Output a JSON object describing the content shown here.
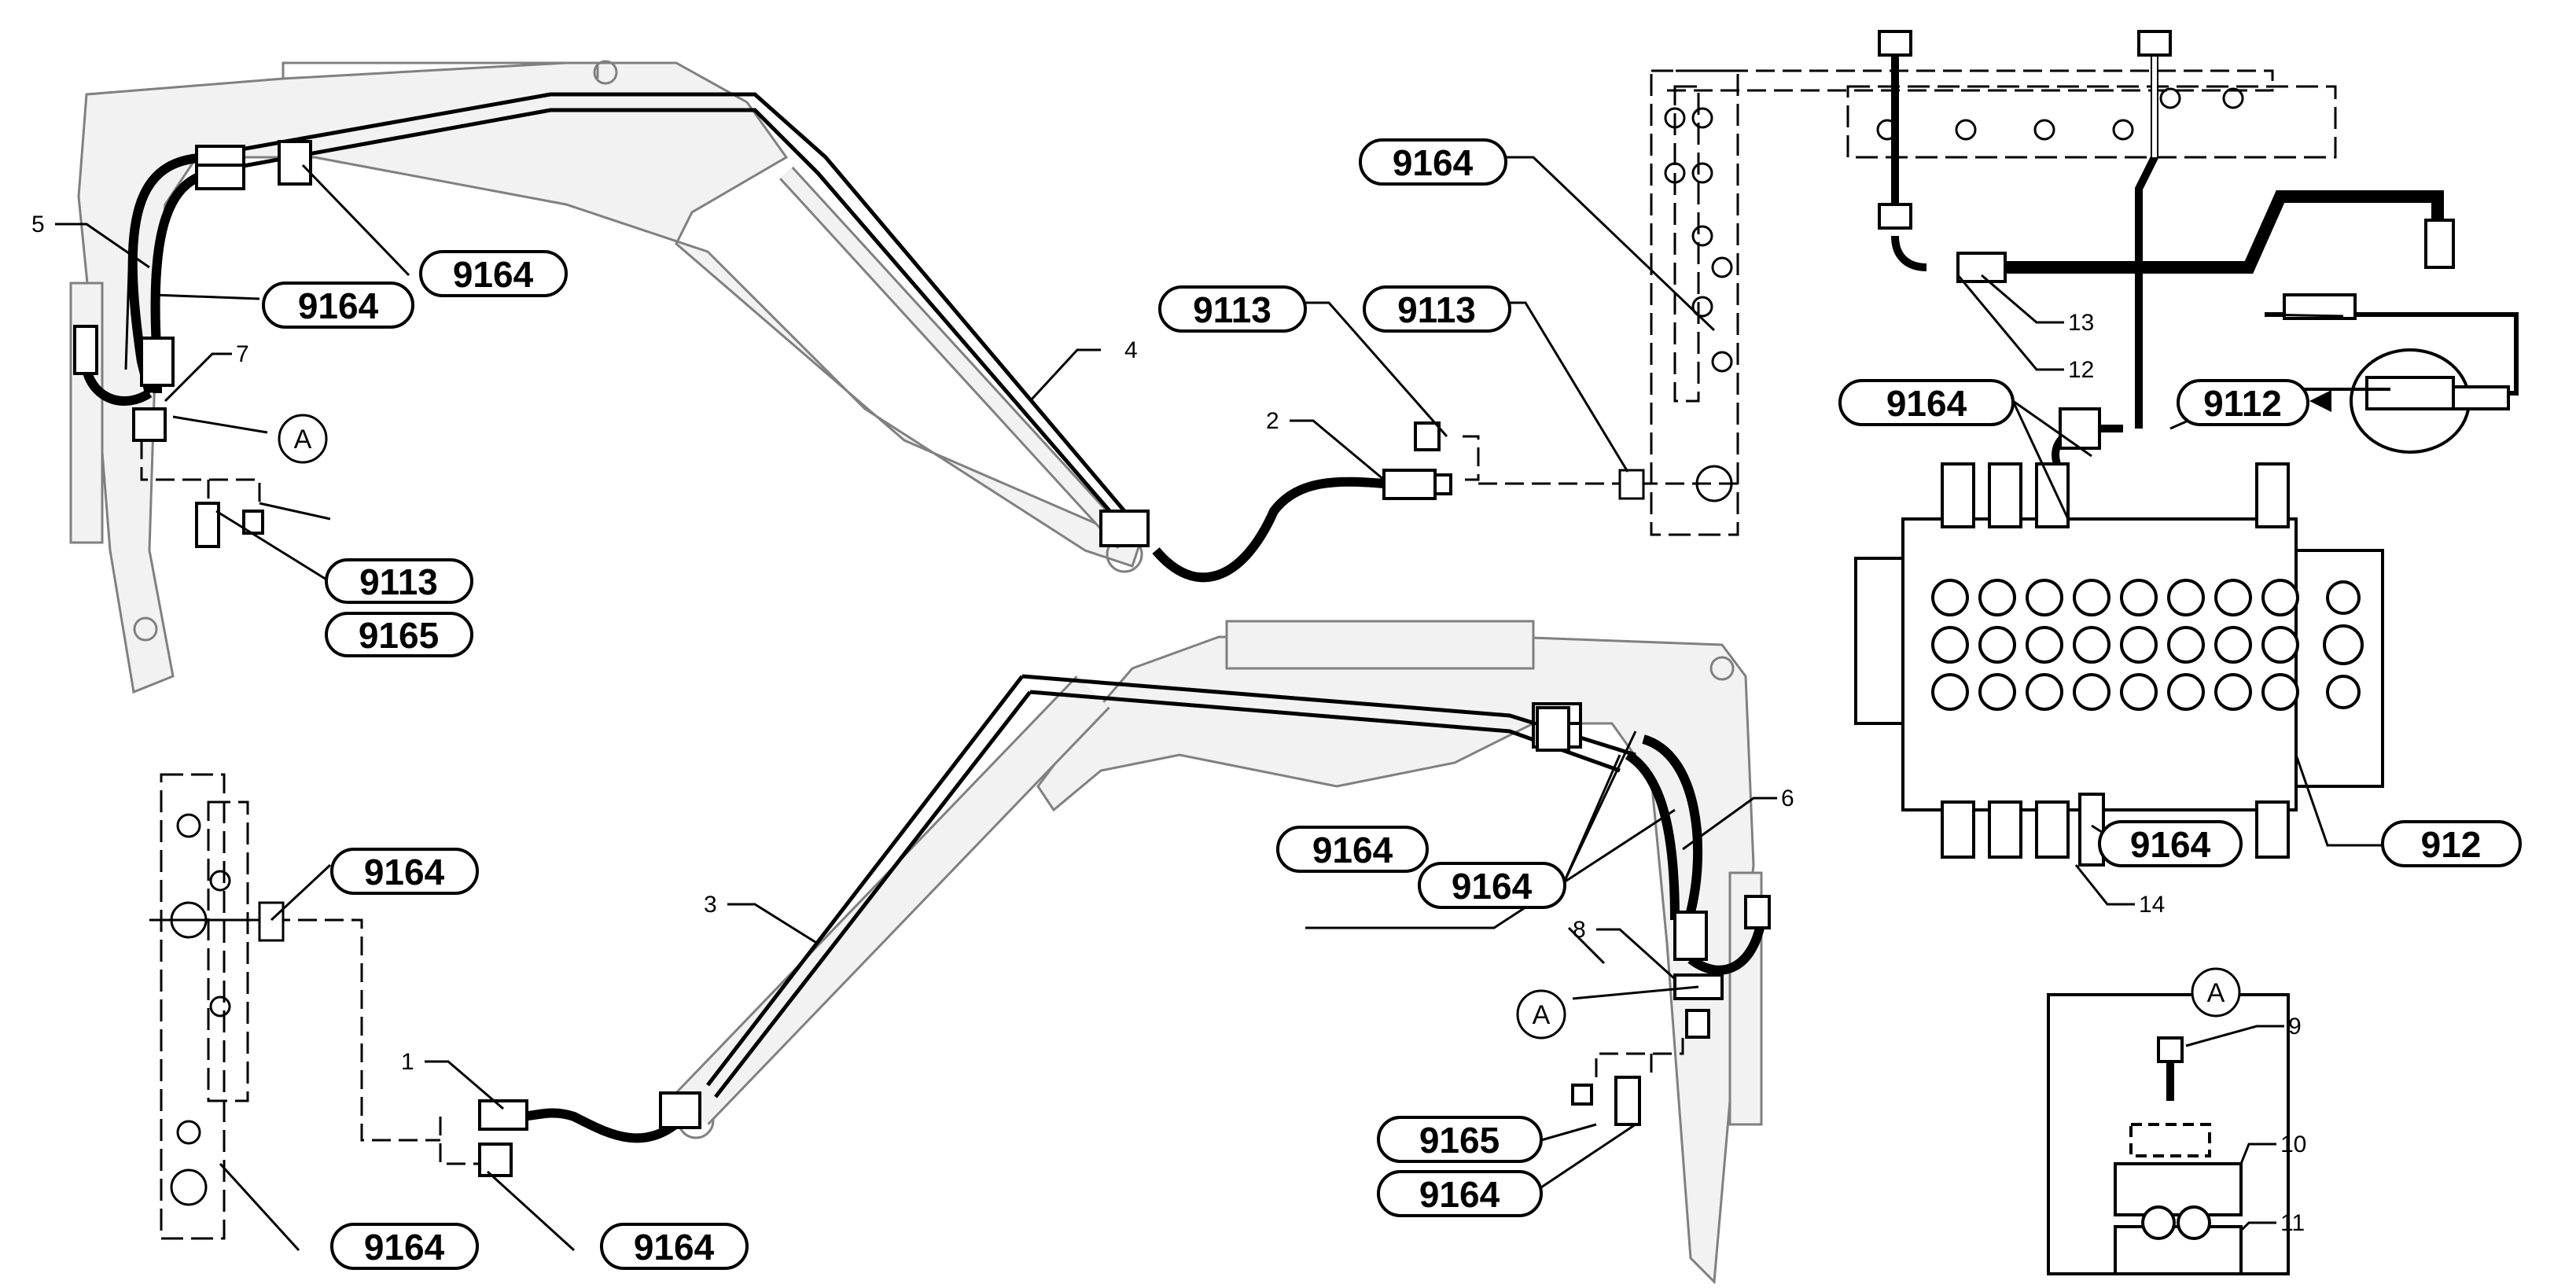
{
  "callouts": {
    "c1": "9164",
    "c2": "9164",
    "c3": "9113",
    "c4": "9165",
    "c5": "9113",
    "c6": "9113",
    "c7": "9164",
    "c8": "9164",
    "c9": "9164",
    "c10": "9164",
    "c11": "9164",
    "c12": "9164",
    "c13": "9165",
    "c14": "9164",
    "c15": "9112",
    "c16": "9164",
    "c17": "912"
  },
  "items": {
    "n1": "1",
    "n2": "2",
    "n3": "3",
    "n4": "4",
    "n5": "5",
    "n6": "6",
    "n7": "7",
    "n8": "8",
    "n9": "9",
    "n10": "10",
    "n11": "11",
    "n12": "12",
    "n13": "13",
    "n14": "14"
  },
  "detail": {
    "a1": "A",
    "a2": "A",
    "a3": "A"
  },
  "colors": {
    "line": "#000000",
    "boom_fill": "#f2f2f2",
    "boom_edge": "#808080"
  }
}
